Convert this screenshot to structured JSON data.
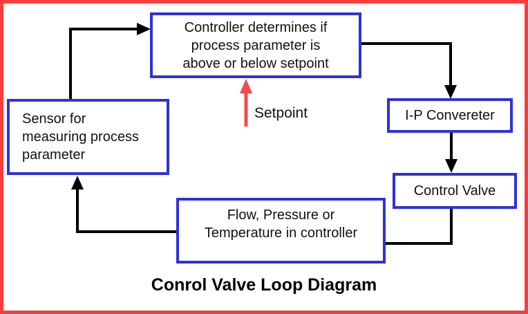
{
  "frame": {
    "border_color": "#f73e3e",
    "background": "#ffffff"
  },
  "diagram": {
    "title": "Conrol Valve Loop Diagram",
    "boxes": {
      "controller": {
        "text": "Controller determines if\nprocess parameter is\nabove or below setpoint"
      },
      "sensor": {
        "text": "Sensor for\nmeasuring process\nparameter"
      },
      "ip_converter": {
        "text": "I-P Convereter"
      },
      "control_valve": {
        "text": "Control Valve"
      },
      "process_variable": {
        "text": "Flow, Pressure or\nTemperature in controller"
      }
    },
    "labels": {
      "setpoint": "Setpoint"
    },
    "colors": {
      "box_border": "#2e31db",
      "connector": "#000000",
      "setpoint_arrow": "#f34c4c",
      "text": "#111111"
    }
  }
}
